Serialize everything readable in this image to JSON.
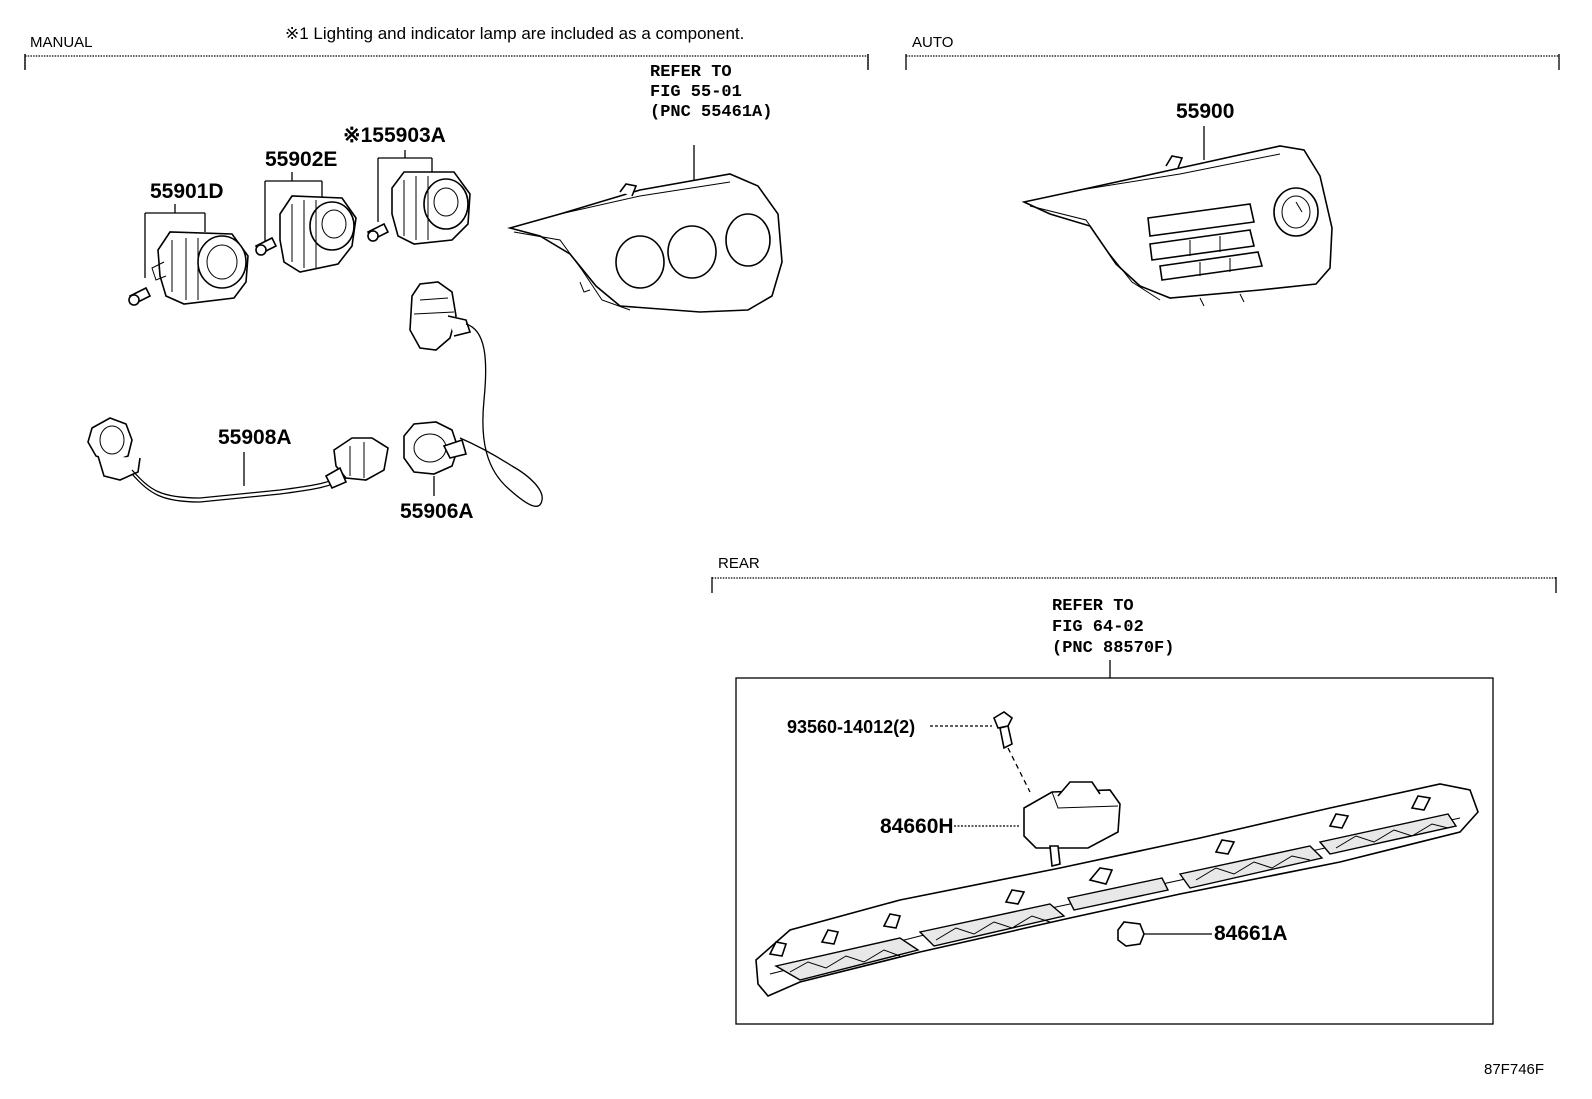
{
  "sections": {
    "manual": "MANUAL",
    "auto": "AUTO",
    "rear": "REAR"
  },
  "note": "※1 Lighting and indicator lamp are included as a component.",
  "refer_front": [
    "REFER TO",
    "FIG 55-01",
    "(PNC 55461A)"
  ],
  "refer_rear": [
    "REFER TO",
    "FIG 64-02",
    "(PNC 88570F)"
  ],
  "parts": {
    "p55901D": "55901D",
    "p55902E": "55902E",
    "p55903A": "※155903A",
    "p55908A": "55908A",
    "p55906A": "55906A",
    "p55900": "55900",
    "p93560": "93560-14012(2)",
    "p84660H": "84660H",
    "p84661A": "84661A"
  },
  "diagram_id": "87F746F"
}
